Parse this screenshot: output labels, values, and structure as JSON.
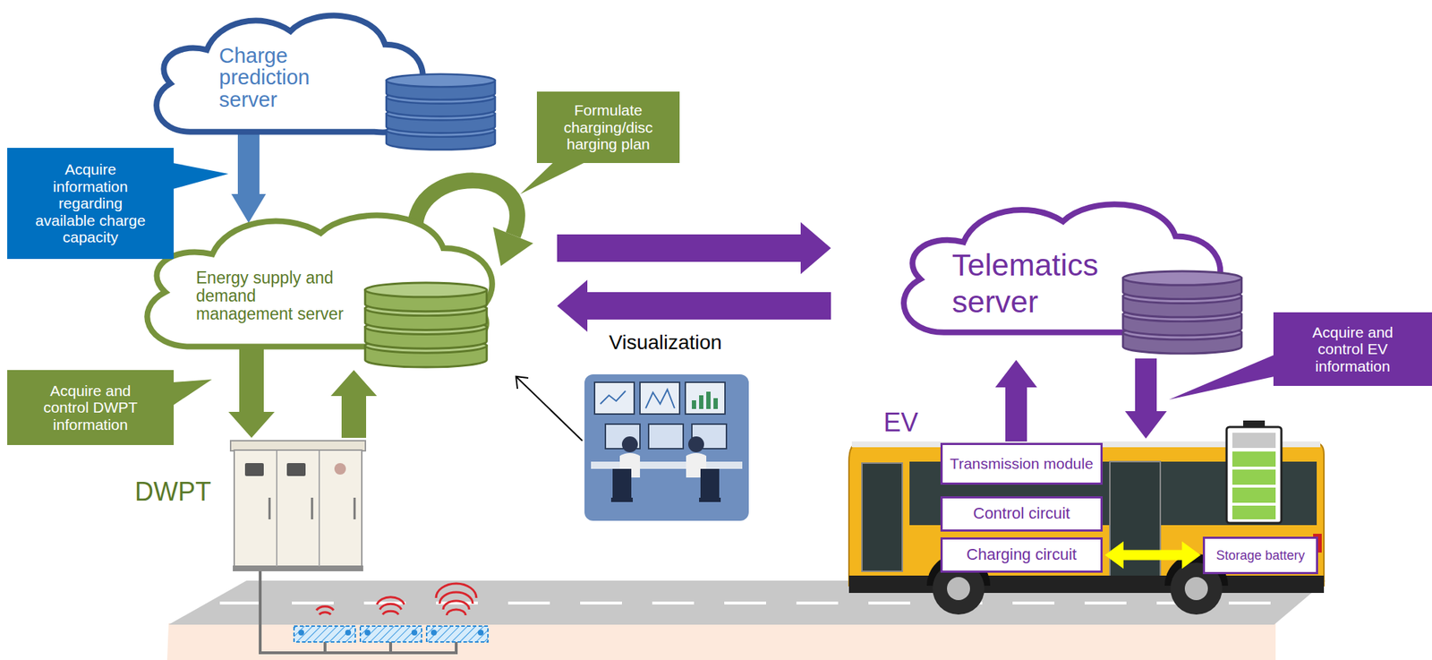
{
  "diagram": {
    "nodes": [
      {
        "text": [
          "Charge prediction server"
        ]
      },
      {
        "text": [
          "Energy supply and demand management server"
        ]
      },
      {
        "text": [
          "Acquire information regarding available charge capacity"
        ]
      },
      {
        "text": [
          "Formulate charging/disc harging plan"
        ]
      },
      {
        "text": [
          "Acquire and control DWPT information"
        ]
      },
      {
        "text": [
          "DWPT"
        ]
      },
      {
        "text": [
          "Telematics server"
        ]
      },
      {
        "text": [
          "Acquire and control EV information"
        ]
      },
      {
        "text": [
          "EV"
        ]
      },
      {
        "text": [
          "Transmission module"
        ],
        "in": 8
      },
      {
        "text": [
          "Control circuit"
        ],
        "in": 8
      },
      {
        "text": [
          "Charging circuit"
        ],
        "in": 8
      },
      {
        "text": [
          "Storage battery"
        ],
        "in": 8
      }
    ],
    "edges": [
      {
        "from": 0,
        "to": 1,
        "arrow": "to"
      },
      {
        "from": 1,
        "to": 1,
        "arrow": "to"
      },
      {
        "from": 1,
        "to": 5,
        "arrow": "to"
      },
      {
        "from": 5,
        "to": 1,
        "arrow": "to"
      },
      {
        "from": 1,
        "to": 6,
        "arrow": "to"
      },
      {
        "from": 6,
        "to": 1,
        "arrow": "to"
      },
      {
        "from": 9,
        "to": 6,
        "arrow": "to"
      },
      {
        "from": 6,
        "to": 8,
        "arrow": "to"
      },
      {
        "from": 11,
        "to": 12,
        "arrow": "both"
      }
    ],
    "labels": [
      "Visualization"
    ]
  }
}
